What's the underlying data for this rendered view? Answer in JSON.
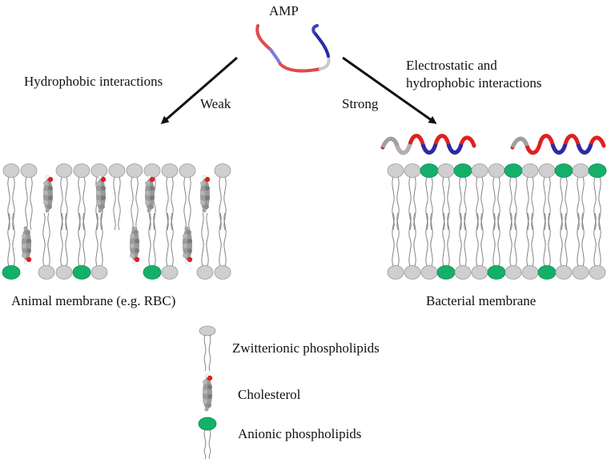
{
  "labels": {
    "amp": "AMP",
    "hydrophobic": "Hydrophobic interactions",
    "weak": "Weak",
    "strong": "Strong",
    "electrostatic_line1": "Electrostatic and",
    "electrostatic_line2": "hydrophobic interactions",
    "animal_membrane": "Animal membrane (e.g. RBC)",
    "bacterial_membrane": "Bacterial membrane"
  },
  "legend": [
    {
      "id": "zwitterionic",
      "label": "Zwitterionic phospholipids",
      "icon": "zwitterionic-lipid-icon"
    },
    {
      "id": "cholesterol",
      "label": "Cholesterol",
      "icon": "cholesterol-icon"
    },
    {
      "id": "anionic",
      "label": "Anionic  phospholipids",
      "icon": "anionic-lipid-icon"
    }
  ],
  "colors": {
    "zwitterionic_head": "#cfcfcf",
    "anionic_head": "#14b06a",
    "helix_red": "#e02020",
    "helix_blue": "#2a2aa8",
    "cholesterol_gray": "#8a8a8a",
    "tail": "#7a7a7a",
    "arrow": "#111111"
  }
}
